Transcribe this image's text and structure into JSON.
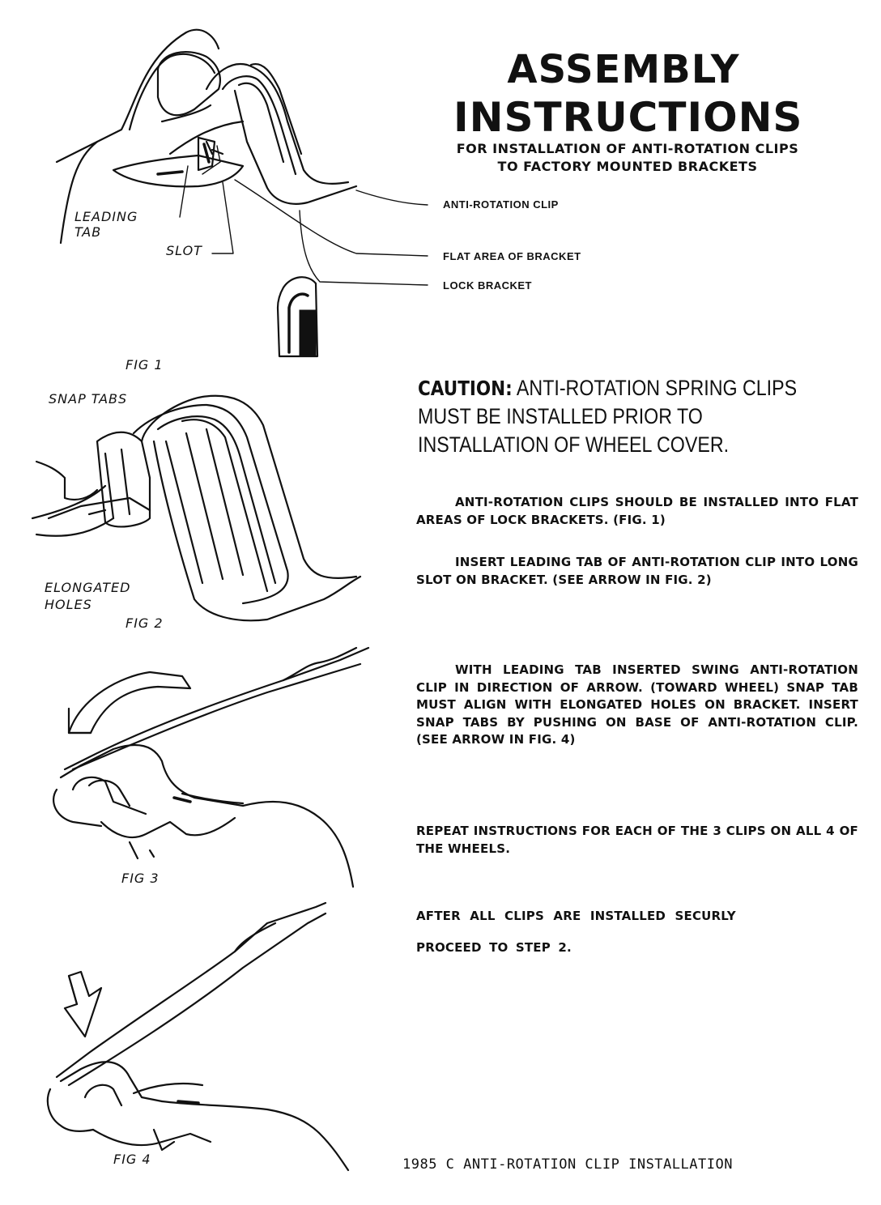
{
  "title": {
    "line1": "ASSEMBLY",
    "line2": "INSTRUCTIONS",
    "sub1": "FOR INSTALLATION OF ANTI-ROTATION CLIPS",
    "sub2": "TO FACTORY MOUNTED BRACKETS"
  },
  "callouts": {
    "anti_rotation_clip": "ANTI-ROTATION CLIP",
    "flat_area": "FLAT AREA OF BRACKET",
    "lock_bracket": "LOCK BRACKET"
  },
  "figure_labels": {
    "leading_tab_1": "LEADING",
    "leading_tab_2": "TAB",
    "slot": "SLOT",
    "fig1": "FIG 1",
    "snap_tabs": "SNAP TABS",
    "elongated_1": "ELONGATED",
    "elongated_2": "HOLES",
    "fig2": "FIG 2",
    "fig3": "FIG 3",
    "fig4": "FIG 4"
  },
  "caution": {
    "label": "CAUTION:",
    "text": "ANTI-ROTATION SPRING CLIPS MUST BE INSTALLED PRIOR TO INSTALLATION OF WHEEL COVER."
  },
  "instructions": [
    "ANTI-ROTATION CLIPS SHOULD BE INSTALLED INTO FLAT AREAS OF LOCK BRACKETS. (FIG. 1)",
    "INSERT LEADING TAB OF ANTI-ROTATION CLIP INTO LONG SLOT ON BRACKET. (SEE ARROW IN FIG. 2)",
    "WITH LEADING TAB INSERTED SWING ANTI-ROTATION CLIP IN DIRECTION OF ARROW. (TOWARD WHEEL) SNAP TAB MUST ALIGN WITH ELONGATED HOLES ON BRACKET. INSERT SNAP TABS BY PUSHING ON BASE OF ANTI-ROTATION CLIP. (SEE ARROW IN FIG. 4)",
    "REPEAT INSTRUCTIONS FOR EACH OF THE 3 CLIPS ON ALL 4 OF THE WHEELS.",
    "AFTER ALL CLIPS ARE INSTALLED SECURLY",
    "PROCEED TO STEP 2."
  ],
  "footer": "1985 C ANTI-ROTATION CLIP INSTALLATION"
}
